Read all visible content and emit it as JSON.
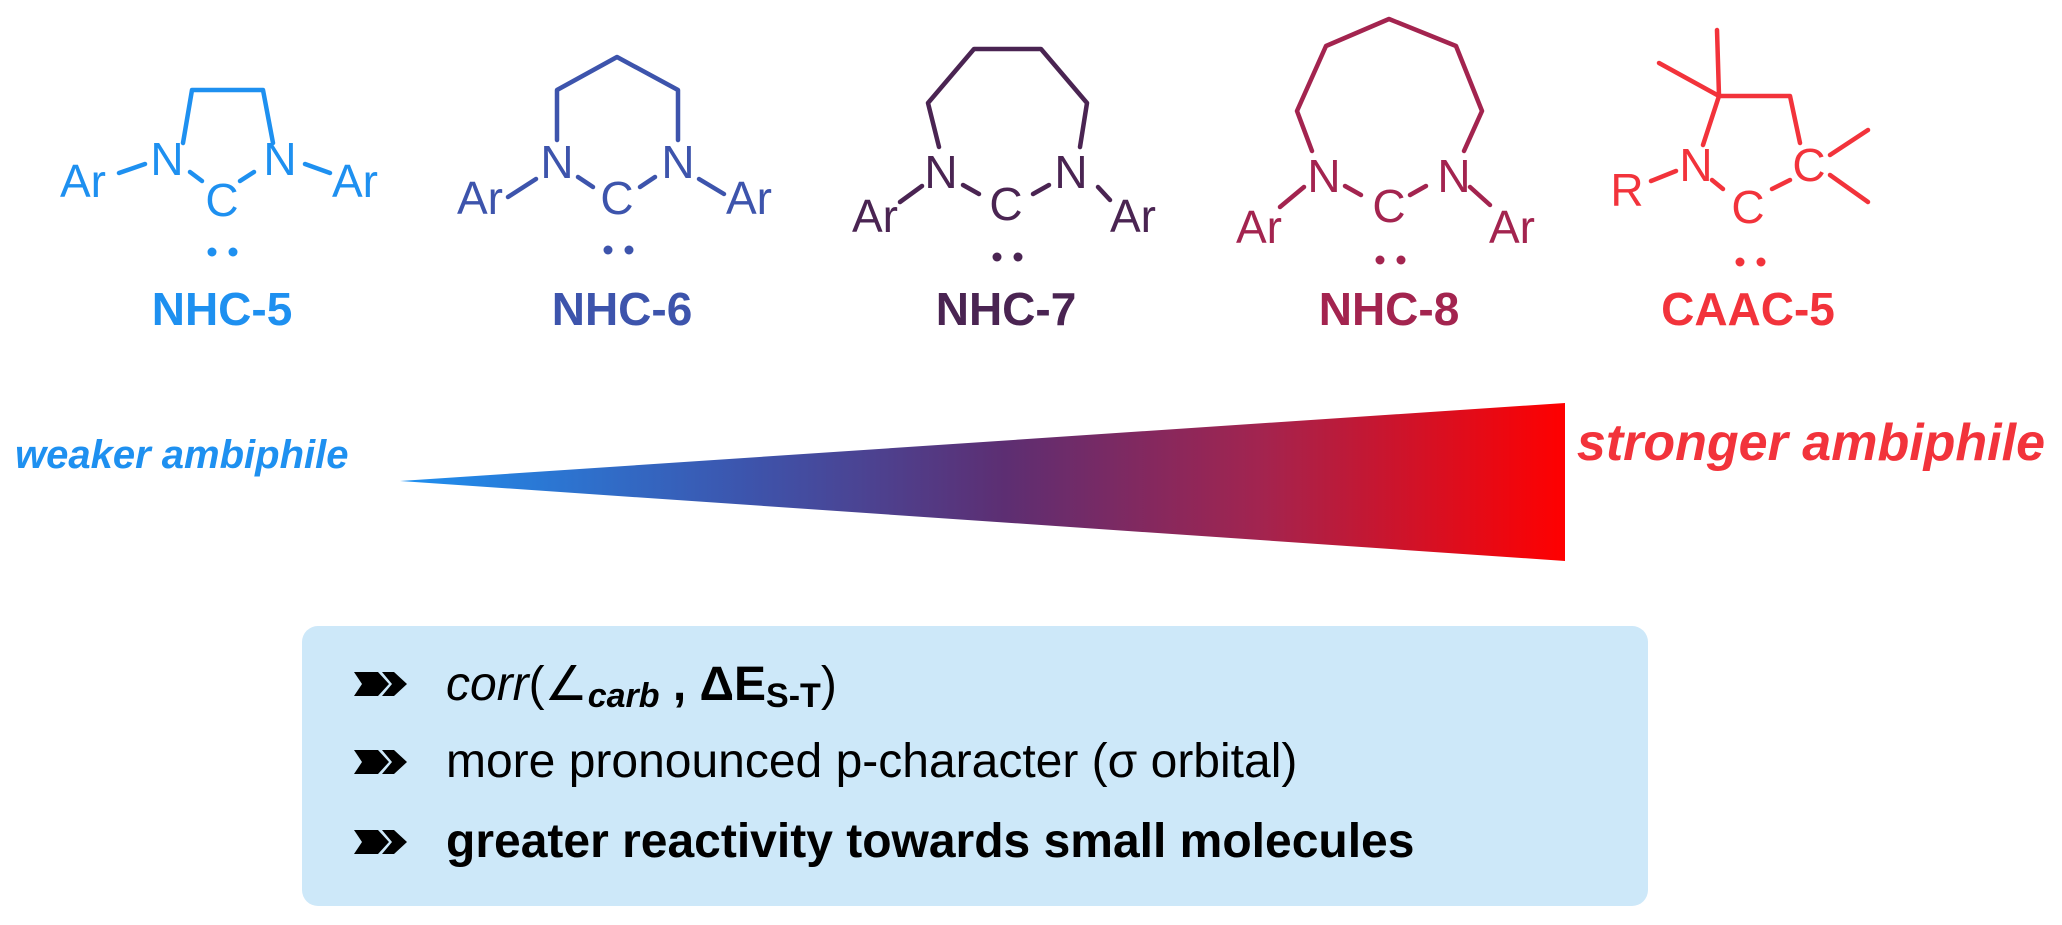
{
  "compounds": [
    {
      "name": "NHC-5",
      "color": "#1e90f0",
      "ring": 5
    },
    {
      "name": "NHC-6",
      "color": "#3d54ac",
      "ring": 6
    },
    {
      "name": "NHC-7",
      "color": "#4a2452",
      "ring": 7
    },
    {
      "name": "NHC-8",
      "color": "#a3244f",
      "ring": 8
    },
    {
      "name": "CAAC-5",
      "color": "#f2333b",
      "ring": 5
    }
  ],
  "atoms": {
    "aryl": "Ar",
    "nitrogen": "N",
    "carbon": "C",
    "r_group": "R"
  },
  "scale": {
    "left_label": "weaker ambiphile",
    "right_label": "stronger ambiphile",
    "colors": [
      "#1e90f0",
      "#3d54ac",
      "#5d2e72",
      "#a3244f",
      "#ff0000"
    ]
  },
  "points": {
    "line1": {
      "func": "corr",
      "angle_symbol": "∠",
      "angle_sub": "carb",
      "delta_e": "ΔE",
      "st_sub": "S-T"
    },
    "line2": "more pronounced p-character (σ orbital)",
    "line3": "greater reactivity towards small molecules"
  }
}
